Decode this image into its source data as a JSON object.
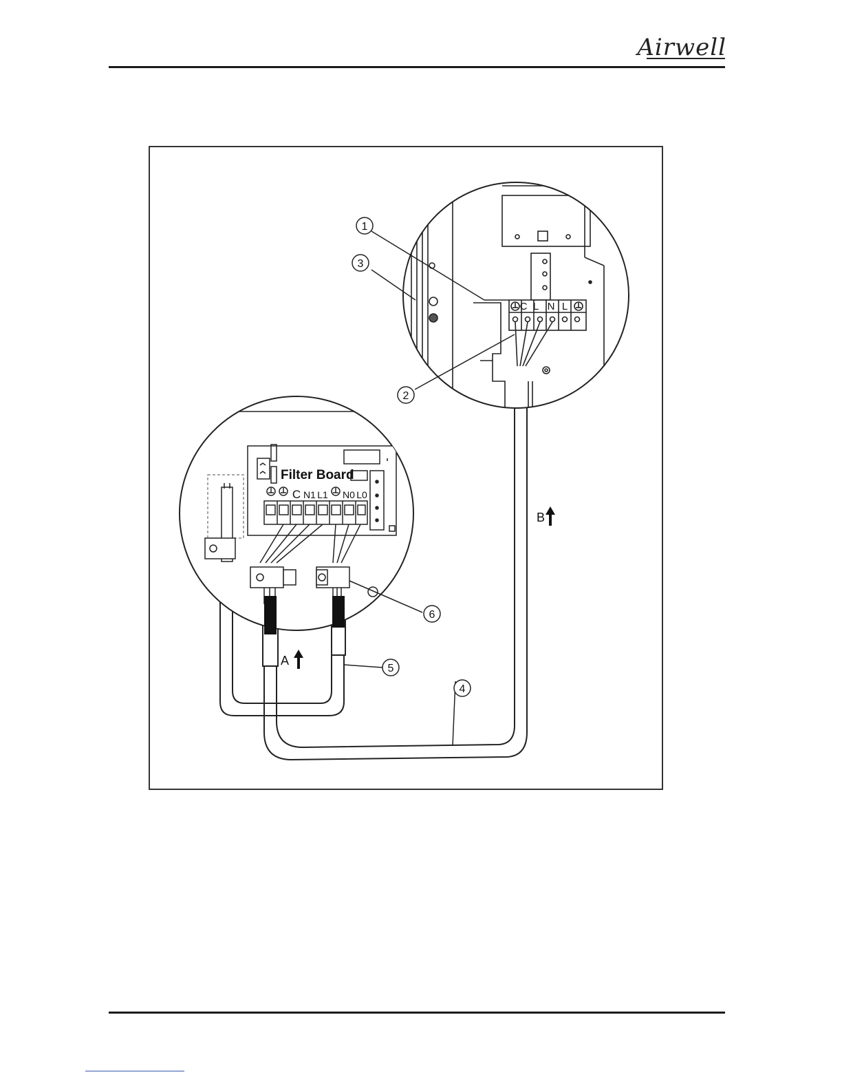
{
  "header": {
    "brand": "Airwell"
  },
  "diagram": {
    "filter_board_label": "Filter Board",
    "outdoor_terminal_labels": [
      "C",
      "L",
      "N",
      "L"
    ],
    "filter_board_terminal_labels": [
      "C",
      "N1",
      "L1",
      "N0",
      "L0"
    ],
    "callouts": [
      "1",
      "2",
      "3",
      "4",
      "5",
      "6"
    ],
    "arrow_labels": {
      "a": "A",
      "b": "B"
    }
  },
  "colors": {
    "line": "#222222",
    "cable_band": "#111111",
    "dashed": "#888888"
  }
}
